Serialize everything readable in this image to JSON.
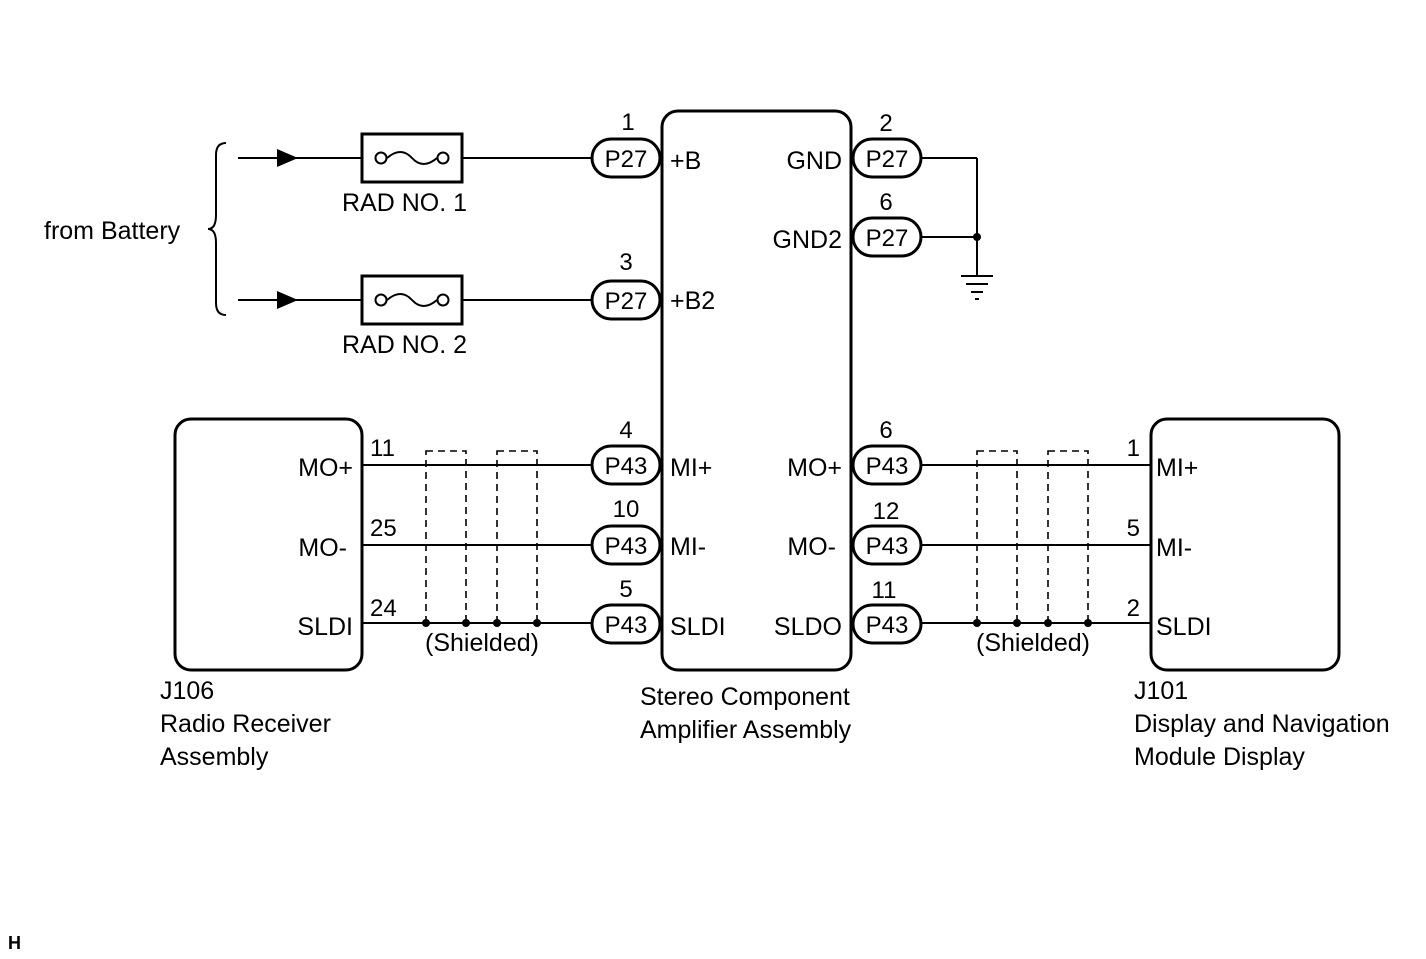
{
  "battery_label": "from Battery",
  "fuses": [
    {
      "label": "RAD NO. 1"
    },
    {
      "label": "RAD NO. 2"
    }
  ],
  "amplifier": {
    "caption_line1": "Stereo Component",
    "caption_line2": "Amplifier Assembly",
    "left_terminals": [
      {
        "pin": "1",
        "connector": "P27",
        "signal": "+B"
      },
      {
        "pin": "3",
        "connector": "P27",
        "signal": "+B2"
      },
      {
        "pin": "4",
        "connector": "P43",
        "signal": "MI+"
      },
      {
        "pin": "10",
        "connector": "P43",
        "signal": "MI-"
      },
      {
        "pin": "5",
        "connector": "P43",
        "signal": "SLDI"
      }
    ],
    "right_terminals": [
      {
        "pin": "2",
        "connector": "P27",
        "signal": "GND"
      },
      {
        "pin": "6",
        "connector": "P27",
        "signal": "GND2"
      },
      {
        "pin": "6",
        "connector": "P43",
        "signal": "MO+"
      },
      {
        "pin": "12",
        "connector": "P43",
        "signal": "MO-"
      },
      {
        "pin": "11",
        "connector": "P43",
        "signal": "SLDO"
      }
    ]
  },
  "radio_receiver": {
    "id": "J106",
    "name_line1": "Radio Receiver",
    "name_line2": "Assembly",
    "terminals": [
      {
        "pin": "11",
        "signal": "MO+"
      },
      {
        "pin": "25",
        "signal": "MO-"
      },
      {
        "pin": "24",
        "signal": "SLDI"
      }
    ]
  },
  "display_module": {
    "id": "J101",
    "name_line1": "Display and Navigation",
    "name_line2": "Module Display",
    "terminals": [
      {
        "pin": "1",
        "signal": "MI+"
      },
      {
        "pin": "5",
        "signal": "MI-"
      },
      {
        "pin": "2",
        "signal": "SLDI"
      }
    ]
  },
  "shield_labels": {
    "left": "(Shielded)",
    "right": "(Shielded)"
  },
  "corner_mark": "H"
}
